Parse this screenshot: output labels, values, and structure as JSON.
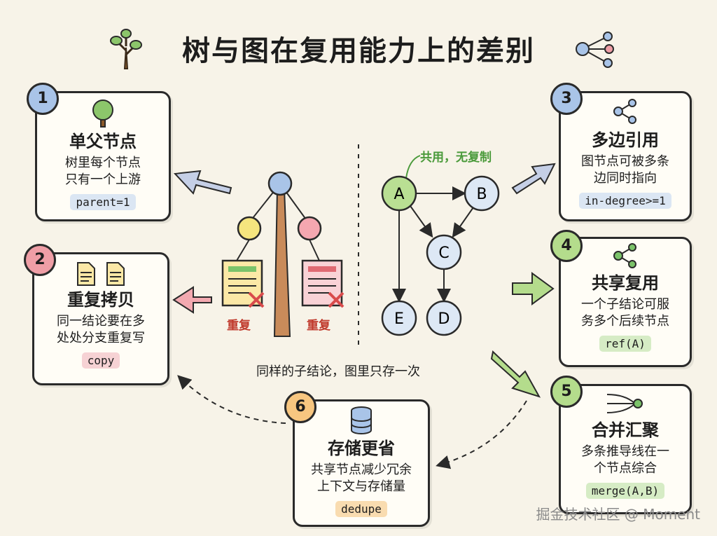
{
  "title": "树与图在复用能力上的差别",
  "cards": [
    {
      "number": "1",
      "title": "单父节点",
      "lines": [
        "树里每个节点",
        "只有一个上游"
      ],
      "code": "parent=1"
    },
    {
      "number": "2",
      "title": "重复拷贝",
      "lines": [
        "同一结论要在多",
        "处处分支重复写"
      ],
      "code": "copy"
    },
    {
      "number": "3",
      "title": "多边引用",
      "lines": [
        "图节点可被多条",
        "边同时指向"
      ],
      "code": "in-degree>=1"
    },
    {
      "number": "4",
      "title": "共享复用",
      "lines": [
        "一个子结论可服",
        "务多个后续节点"
      ],
      "code": "ref(A)"
    },
    {
      "number": "5",
      "title": "合并汇聚",
      "lines": [
        "多条推导线在一",
        "个节点综合"
      ],
      "code": "merge(A,B)"
    },
    {
      "number": "6",
      "title": "存储更省",
      "lines": [
        "共享节点减少冗余",
        "上下文与存储量"
      ],
      "code": "dedupe"
    }
  ],
  "tree": {
    "duplicate_label": "重复"
  },
  "graph": {
    "shared_label": "共用，无复制",
    "nodes": [
      "A",
      "B",
      "C",
      "E",
      "D"
    ]
  },
  "caption": "同样的子结论，图里只存一次",
  "watermark": "掘金技术社区 @ Moment",
  "colors": {
    "blue": "#a9c4e8",
    "red": "#ef9ea6",
    "green": "#b4dc8c",
    "orange": "#f7c680",
    "yellow": "#f5e57e",
    "pink": "#f4a7b0"
  }
}
